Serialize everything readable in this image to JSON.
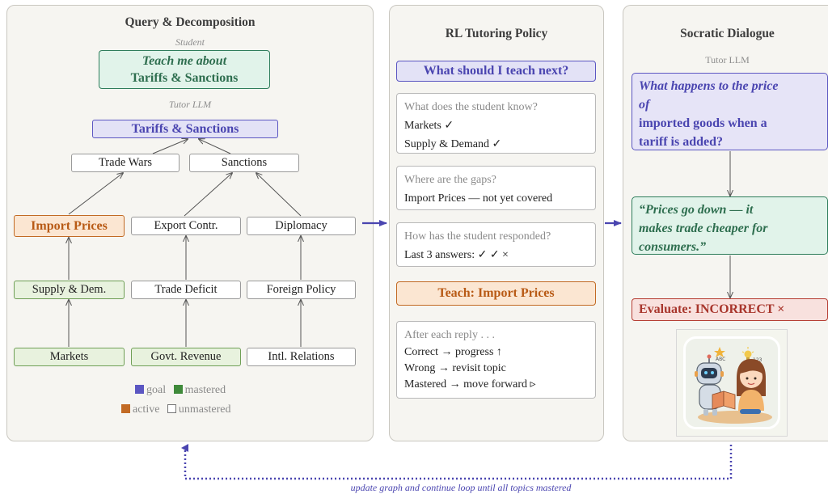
{
  "left_panel": {
    "title": "Query & Decomposition",
    "student_label": "Student",
    "query_line1": "Teach me about",
    "query_line2": "Tariffs & Sanctions",
    "tutor_label": "Tutor LLM",
    "root": "Tariffs & Sanctions",
    "nodes": {
      "trade_wars": "Trade Wars",
      "sanctions": "Sanctions",
      "import_prices": "Import Prices",
      "export_contr": "Export Contr.",
      "diplomacy": "Diplomacy",
      "supply_dem": "Supply & Dem.",
      "trade_deficit": "Trade Deficit",
      "foreign_policy": "Foreign Policy",
      "markets": "Markets",
      "govt_revenue": "Govt. Revenue",
      "intl_relations": "Intl. Relations"
    },
    "legend": {
      "goal": "goal",
      "mastered": "mastered",
      "active": "active",
      "unmastered": "unmastered"
    }
  },
  "middle_panel": {
    "title": "RL Tutoring Policy",
    "prompt": "What should I teach next?",
    "card1_q": "What does the student know?",
    "card1_l1": "Markets ✓",
    "card1_l2": "Supply & Demand ✓",
    "card2_q": "Where are the gaps?",
    "card2_l1": "Import Prices — not yet covered",
    "card3_q": "How has the student responded?",
    "card3_l1": "Last 3 answers:  ✓  ✓  ×",
    "teach": "Teach: Import Prices",
    "card4_q": "After each reply . . .",
    "card4_l1": "Correct  →  progress ↑",
    "card4_l2": "Wrong  →  revisit topic",
    "card4_l3": "Mastered  →  move forward  ▹"
  },
  "right_panel": {
    "title": "Socratic Dialogue",
    "sub": "Tutor LLM",
    "question_l1": "What happens to the price",
    "question_l2": "of",
    "question_l3": "imported goods when a",
    "question_l4": "tariff is added?",
    "answer_l1": "“Prices go down — it",
    "answer_l2": "makes trade cheaper for",
    "answer_l3": "consumers.”",
    "evaluate": "Evaluate: INCORRECT ×",
    "illus_abc": "ABC",
    "illus_123": "123"
  },
  "footer": "update graph and continue loop until all topics mastered",
  "colors": {
    "goal": "#5b56c2",
    "mastered": "#3f8a3a",
    "active": "#c26a24",
    "query_green": "#2e7d5b",
    "incorrect": "#b53c32"
  },
  "icons": [
    "robot-illustration",
    "child-illustration",
    "book-icon",
    "lightbulb-icon",
    "star-icon"
  ]
}
